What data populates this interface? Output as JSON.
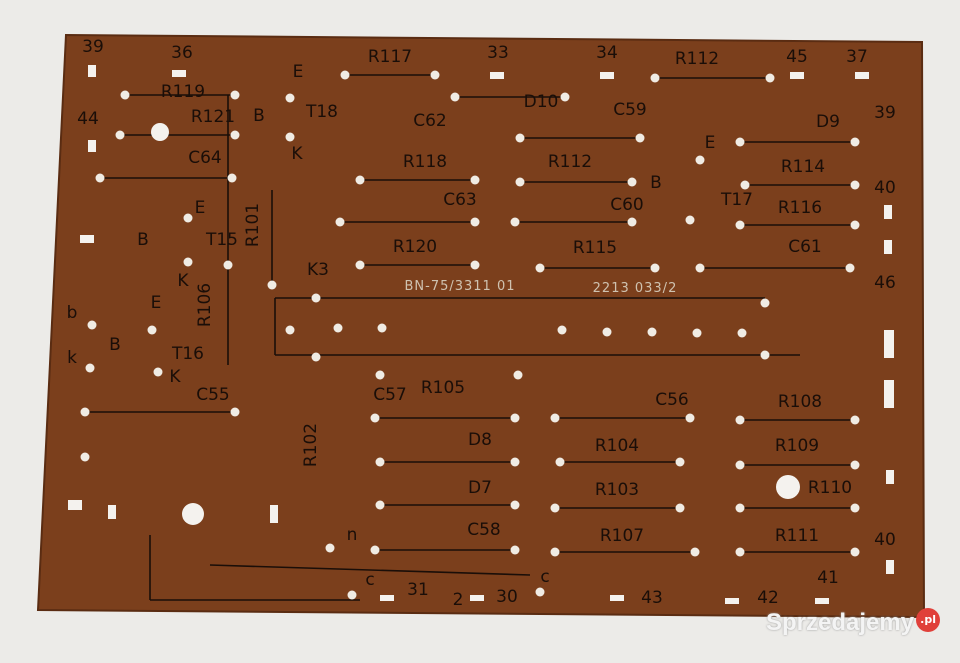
{
  "photo": {
    "subject": "pcb",
    "board_color": "#7b3f1c",
    "trace_color": "#1a0e08",
    "background_color": "#ecebe8",
    "silkscreen": {
      "part_no": "BN-75/3311 01",
      "code": "2213 033/2"
    },
    "labels": [
      "39",
      "36",
      "33",
      "34",
      "45",
      "37",
      "R117",
      "R112",
      "R119",
      "R121",
      "44",
      "E",
      "B",
      "T18",
      "K",
      "D10",
      "C59",
      "C62",
      "D9",
      "39",
      "C64",
      "R118",
      "R112",
      "E",
      "B",
      "T17",
      "R114",
      "40",
      "C63",
      "C60",
      "R116",
      "E",
      "B",
      "T15",
      "K",
      "R101",
      "R106",
      "R120",
      "R115",
      "C61",
      "K3",
      "46",
      "b",
      "k",
      "E",
      "B",
      "T16",
      "K",
      "C55",
      "C57",
      "R105",
      "C56",
      "R108",
      "R102",
      "D8",
      "R104",
      "R109",
      "D7",
      "R103",
      "R110",
      "C58",
      "R107",
      "R111",
      "40",
      "n",
      "c",
      "c",
      "31",
      "2",
      "30",
      "43",
      "42",
      "41"
    ]
  },
  "watermark": {
    "text": "Sprzedajemy",
    "badge": ".pl"
  }
}
